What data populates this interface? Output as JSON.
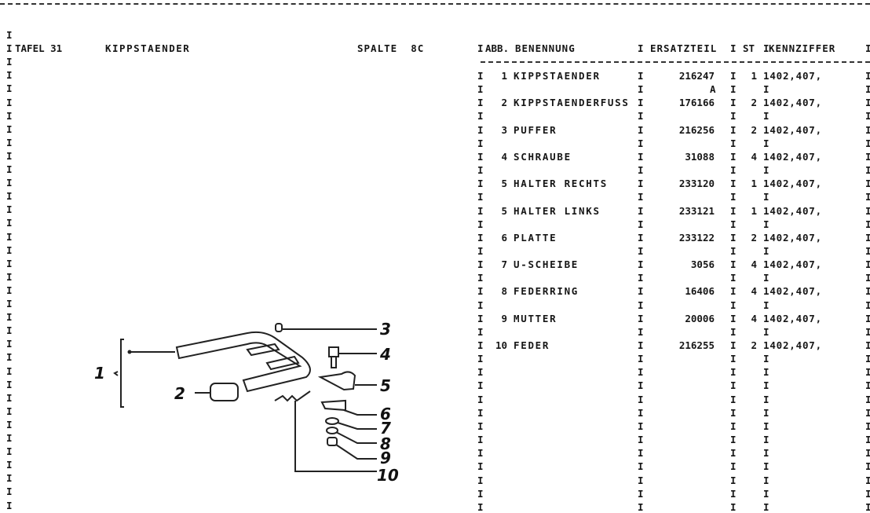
{
  "border_char": "I",
  "header": {
    "tafel": "TAFEL 31",
    "title": "KIPPSTAENDER",
    "spalte": "SPALTE  8C"
  },
  "table": {
    "columns": {
      "abb": "ABB.",
      "benennung": "BENENNUNG",
      "ersatzteil": "ERSATZTEIL",
      "st": "ST",
      "kennziffer": "KENNZIFFER"
    },
    "rows": [
      {
        "abb": "1",
        "name": "KIPPSTAENDER",
        "part": "216247",
        "st": "1",
        "code": "1402,407,",
        "note": "A"
      },
      {
        "abb": "2",
        "name": "KIPPSTAENDERFUSS",
        "part": "176166",
        "st": "2",
        "code": "1402,407,"
      },
      {
        "abb": "3",
        "name": "PUFFER",
        "part": "216256",
        "st": "2",
        "code": "1402,407,"
      },
      {
        "abb": "4",
        "name": "SCHRAUBE",
        "part": "31088",
        "st": "4",
        "code": "1402,407,"
      },
      {
        "abb": "5",
        "name": "HALTER RECHTS",
        "part": "233120",
        "st": "1",
        "code": "1402,407,"
      },
      {
        "abb": "5",
        "name": "HALTER LINKS",
        "part": "233121",
        "st": "1",
        "code": "1402,407,"
      },
      {
        "abb": "6",
        "name": "PLATTE",
        "part": "233122",
        "st": "2",
        "code": "1402,407,"
      },
      {
        "abb": "7",
        "name": "U-SCHEIBE",
        "part": "3056",
        "st": "4",
        "code": "1402,407,"
      },
      {
        "abb": "8",
        "name": "FEDERRING",
        "part": "16406",
        "st": "4",
        "code": "1402,407,"
      },
      {
        "abb": "9",
        "name": "MUTTER",
        "part": "20006",
        "st": "4",
        "code": "1402,407,"
      },
      {
        "abb": "10",
        "name": "FEDER",
        "part": "216255",
        "st": "2",
        "code": "1402,407,"
      }
    ]
  },
  "diagram": {
    "callouts": [
      "1",
      "2",
      "3",
      "4",
      "5",
      "6",
      "7",
      "8",
      "9",
      "10"
    ]
  }
}
